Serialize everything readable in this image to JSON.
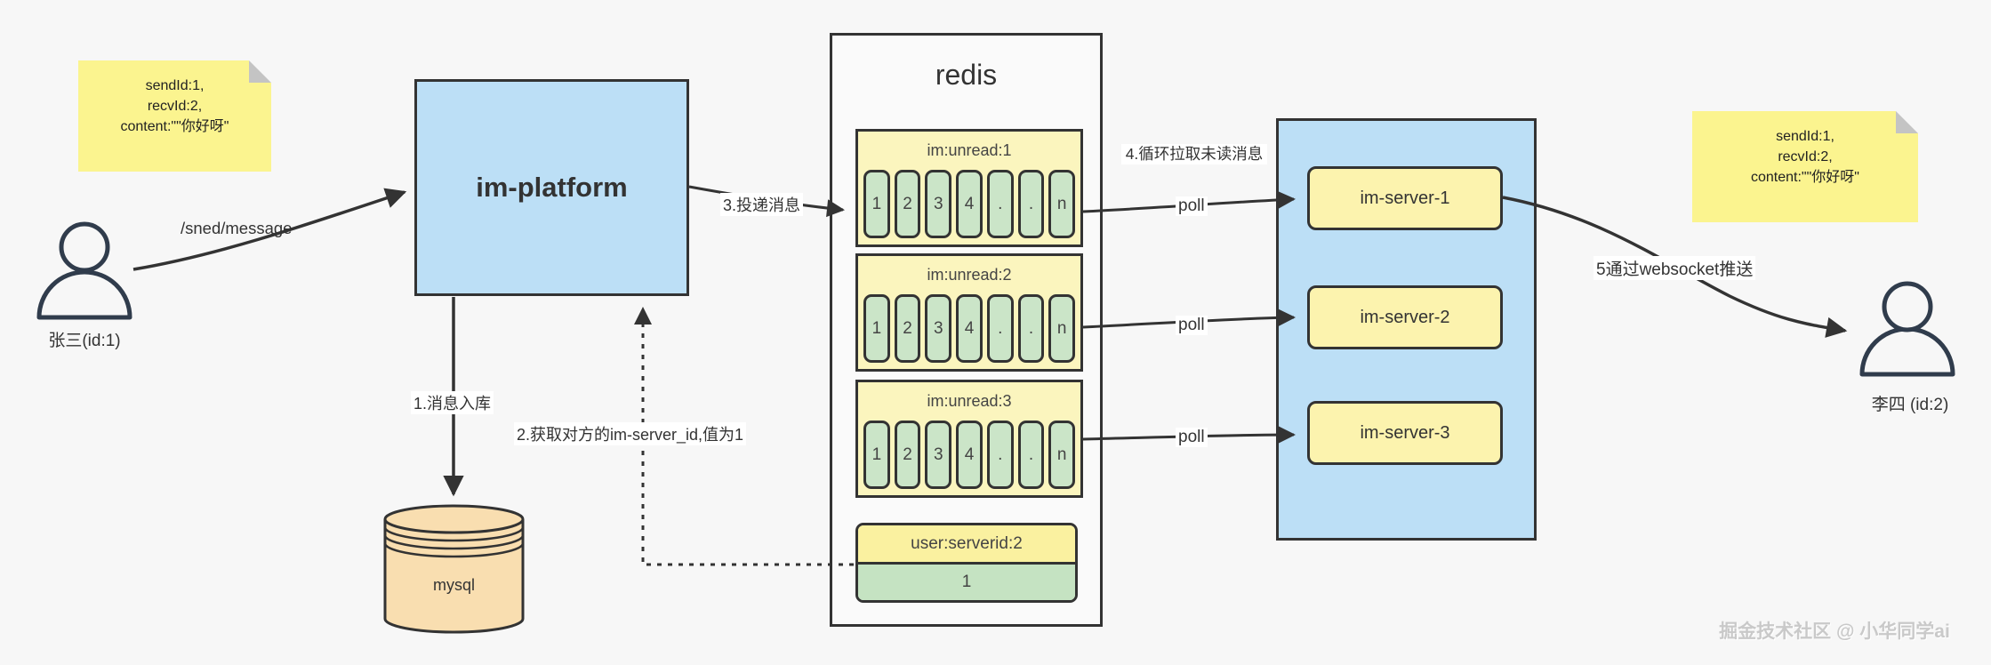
{
  "notes": {
    "left": {
      "lines": [
        "sendId:1,",
        "recvId:2,",
        "content:\"\"你好呀\""
      ]
    },
    "right": {
      "lines": [
        "sendId:1,",
        "recvId:2,",
        "content:\"\"你好呀\""
      ]
    }
  },
  "actors": {
    "sender": {
      "label": "张三(id:1)"
    },
    "receiver": {
      "label": "李四  (id:2)"
    }
  },
  "platform": {
    "label": "im-platform"
  },
  "database": {
    "label": "mysql"
  },
  "redis": {
    "title": "redis",
    "queues": [
      {
        "header": "im:unread:1",
        "cells": [
          "1",
          "2",
          "3",
          "4",
          ".",
          ".",
          "n"
        ]
      },
      {
        "header": "im:unread:2",
        "cells": [
          "1",
          "2",
          "3",
          "4",
          ".",
          ".",
          "n"
        ]
      },
      {
        "header": "im:unread:3",
        "cells": [
          "1",
          "2",
          "3",
          "4",
          ".",
          ".",
          "n"
        ]
      }
    ],
    "kv": {
      "header": "user:serverid:2",
      "value": "1"
    }
  },
  "servers": [
    {
      "label": "im-server-1"
    },
    {
      "label": "im-server-2"
    },
    {
      "label": "im-server-3"
    }
  ],
  "labels": {
    "send_api": "/sned/message",
    "step1": "1.消息入库",
    "step2": "2.获取对方的im-server_id,值为1",
    "step3": "3.投递消息",
    "step4": "4.循环拉取未读消息",
    "step5": "5通过websocket推送",
    "poll1": "poll",
    "poll2": "poll",
    "poll3": "poll"
  },
  "watermark": "掘金技术社区 @ 小华同学ai",
  "colors": {
    "background": "#f7f7f7",
    "box_blue": "#bcdff6",
    "note_yellow": "#fbf48f",
    "queue_yellow": "#fbf5be",
    "cell_green": "#cbe5c8",
    "db_orange": "#f9deb0",
    "stroke": "#333333"
  }
}
